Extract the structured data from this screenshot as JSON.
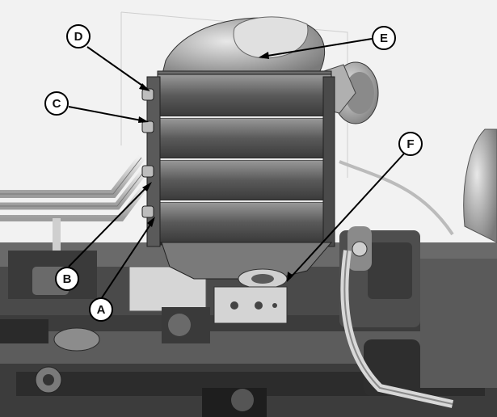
{
  "callouts": {
    "a": {
      "label": "A"
    },
    "b": {
      "label": "B"
    },
    "c": {
      "label": "C"
    },
    "d": {
      "label": "D"
    },
    "e": {
      "label": "E"
    },
    "f": {
      "label": "F"
    }
  },
  "colors": {
    "background": "#ffffff",
    "metal_dark": "#3a3a3a",
    "metal_mid": "#7a7a7a",
    "metal_light": "#c8c8c8",
    "highlight": "#e6e6e6"
  }
}
